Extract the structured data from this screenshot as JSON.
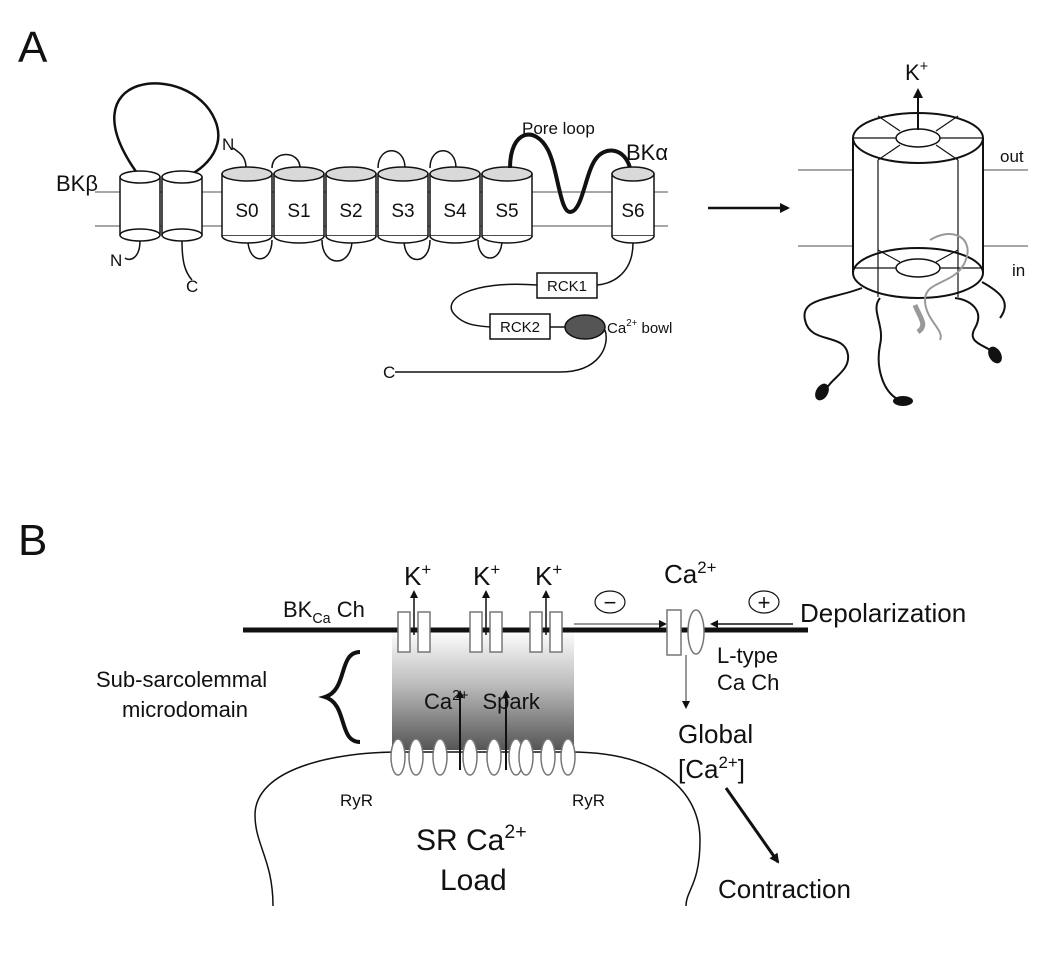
{
  "panel_a": {
    "label": "A",
    "bk_beta": "BKβ",
    "bk_alpha": "BKα",
    "pore_loop": "Pore loop",
    "segments": [
      "S0",
      "S1",
      "S2",
      "S3",
      "S4",
      "S5",
      "S6"
    ],
    "n_term_alpha": "N",
    "n_term_beta": "N",
    "c_term_beta": "C",
    "c_term_alpha": "C",
    "rck1": "RCK1",
    "rck2": "RCK2",
    "ca_bowl_base": "Ca",
    "ca_bowl_sup": "2+",
    "ca_bowl_tail": " bowl",
    "k_base": "K",
    "k_sup": "+",
    "out": "out",
    "in": "in"
  },
  "panel_b": {
    "label": "B",
    "k_base": "K",
    "k_sup": "+",
    "bk_base": "BK",
    "bk_sub": "Ca",
    "bk_tail": " Ch",
    "minus": "−",
    "plus": "+",
    "ca_base": "Ca",
    "ca_sup": "2+",
    "depolarization": "Depolarization",
    "ltype_line1": "L-type",
    "ltype_line2": "Ca Ch",
    "sub_line1": "Sub-sarcolemmal",
    "sub_line2": "microdomain",
    "spark_ca": "Ca",
    "spark_sup": "2+",
    "spark_word": "Spark",
    "global_line1": "Global",
    "global_open": "[Ca",
    "global_sup": "2+",
    "global_close": "]",
    "ryr_left": "RyR",
    "ryr_right": "RyR",
    "sr_base": "SR Ca",
    "sr_sup": "2+",
    "load": "Load",
    "contraction": "Contraction"
  }
}
